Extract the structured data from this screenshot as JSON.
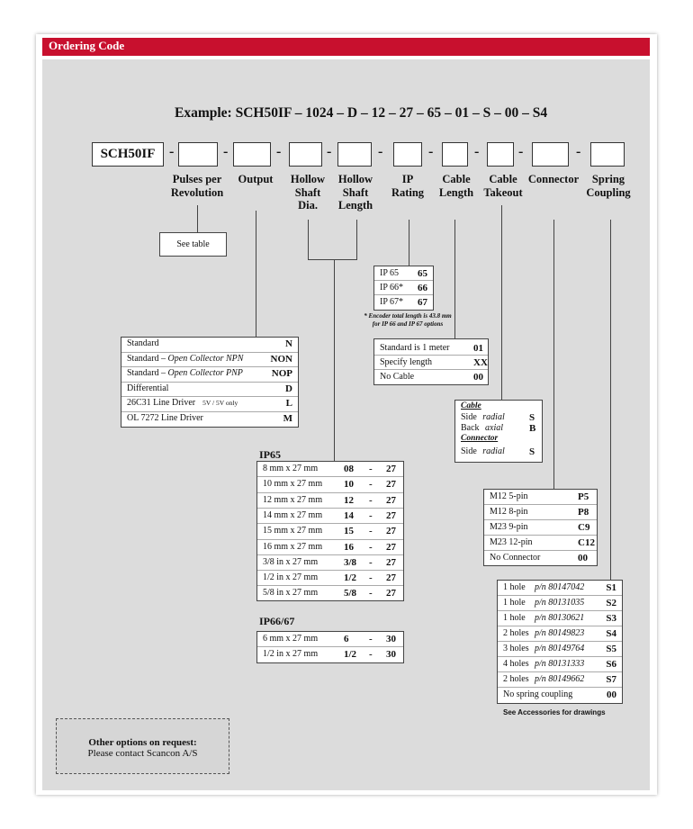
{
  "header": {
    "title": "Ordering Code"
  },
  "example": "Example:   SCH50IF – 1024 – D – 12 – 27 – 65 – 01 – S – 00 – S4",
  "code_prefix": "SCH50IF",
  "labels": {
    "pulses": "Pulses per\nRevolution",
    "output": "Output",
    "hollow_dia": "Hollow\nShaft\nDia.",
    "hollow_len": "Hollow\nShaft\nLength",
    "ip": "IP\nRating",
    "cable_len": "Cable\nLength",
    "cable_take": "Cable\nTakeout",
    "connector": "Connector",
    "spring": "Spring\nCoupling"
  },
  "see_table": "See table",
  "ip_table": [
    {
      "t": "IP 65",
      "c": "65"
    },
    {
      "t": "IP 66*",
      "c": "66"
    },
    {
      "t": "IP 67*",
      "c": "67"
    }
  ],
  "ip_note": "* Encoder total length is 43.8 mm\nfor IP 66 and IP 67 options",
  "cable_table": [
    {
      "t": "Standard is 1 meter",
      "c": "01"
    },
    {
      "t": "Specify length",
      "c": "XX"
    },
    {
      "t": "No Cable",
      "c": "00"
    }
  ],
  "output_table": [
    {
      "t1": "Standard",
      "ti": "",
      "t2": "",
      "c": "N"
    },
    {
      "t1": "Standard – ",
      "ti": "Open Collector NPN",
      "t2": "",
      "c": "NON"
    },
    {
      "t1": "Standard – ",
      "ti": "Open Collector PNP",
      "t2": "",
      "c": "NOP"
    },
    {
      "t1": "Differential",
      "ti": "",
      "t2": "",
      "c": "D"
    },
    {
      "t1": "26C31 Line Driver",
      "ti": "",
      "t2": "5V / 5V only",
      "c": "L"
    },
    {
      "t1": "OL 7272 Line Driver",
      "ti": "",
      "t2": "",
      "c": "M"
    }
  ],
  "takeout": {
    "cable_head": "Cable",
    "cable_rows": [
      {
        "t": "Side",
        "i": "radial",
        "c": "S"
      },
      {
        "t": "Back",
        "i": "axial",
        "c": "B"
      }
    ],
    "conn_head": "Connector",
    "conn_rows": [
      {
        "t": "Side",
        "i": "radial",
        "c": "S"
      }
    ]
  },
  "connector_table": [
    {
      "t": "M12    5-pin",
      "c": "P5"
    },
    {
      "t": "M12    8-pin",
      "c": "P8"
    },
    {
      "t": "M23    9-pin",
      "c": "C9"
    },
    {
      "t": "M23    12-pin",
      "c": "C12"
    },
    {
      "t": "No Connector",
      "c": "00"
    }
  ],
  "ip65": {
    "title": "IP65",
    "rows": [
      {
        "t": "8 mm x 27 mm",
        "a": "08",
        "b": "27"
      },
      {
        "t": "10 mm x 27 mm",
        "a": "10",
        "b": "27"
      },
      {
        "t": "12 mm x 27 mm",
        "a": "12",
        "b": "27"
      },
      {
        "t": "14 mm x 27 mm",
        "a": "14",
        "b": "27"
      },
      {
        "t": "15 mm x 27 mm",
        "a": "15",
        "b": "27"
      },
      {
        "t": "16 mm x 27 mm",
        "a": "16",
        "b": "27"
      },
      {
        "t": "3/8 in   x 27 mm",
        "a": "3/8",
        "b": "27"
      },
      {
        "t": "1/2 in   x 27 mm",
        "a": "1/2",
        "b": "27"
      },
      {
        "t": "5/8 in   x 27 mm",
        "a": "5/8",
        "b": "27"
      }
    ]
  },
  "ip6667": {
    "title": "IP66/67",
    "rows": [
      {
        "t": "6 mm x 27 mm",
        "a": "6",
        "b": "30"
      },
      {
        "t": "1/2 in   x 27 mm",
        "a": "1/2",
        "b": "30"
      }
    ]
  },
  "dash": "-",
  "spring_table": [
    {
      "t": "1 hole",
      "p": "p/n 80147042",
      "c": "S1"
    },
    {
      "t": "1 hole",
      "p": "p/n 80131035",
      "c": "S2"
    },
    {
      "t": "1 hole",
      "p": "p/n 80130621",
      "c": "S3"
    },
    {
      "t": "2 holes",
      "p": "p/n 80149823",
      "c": "S4"
    },
    {
      "t": "3 holes",
      "p": "p/n 80149764",
      "c": "S5"
    },
    {
      "t": "4 holes",
      "p": "p/n 80131333",
      "c": "S6"
    },
    {
      "t": "2 holes",
      "p": "p/n 80149662",
      "c": "S7"
    },
    {
      "t": "No spring coupling",
      "p": "",
      "c": "00"
    }
  ],
  "accessories_note": "See Accessories for drawings",
  "other": {
    "title": "Other options on request:",
    "text": "Please contact Scancon A/S"
  },
  "colors": {
    "header": "#c8102e",
    "panel": "#dcdcdc"
  }
}
